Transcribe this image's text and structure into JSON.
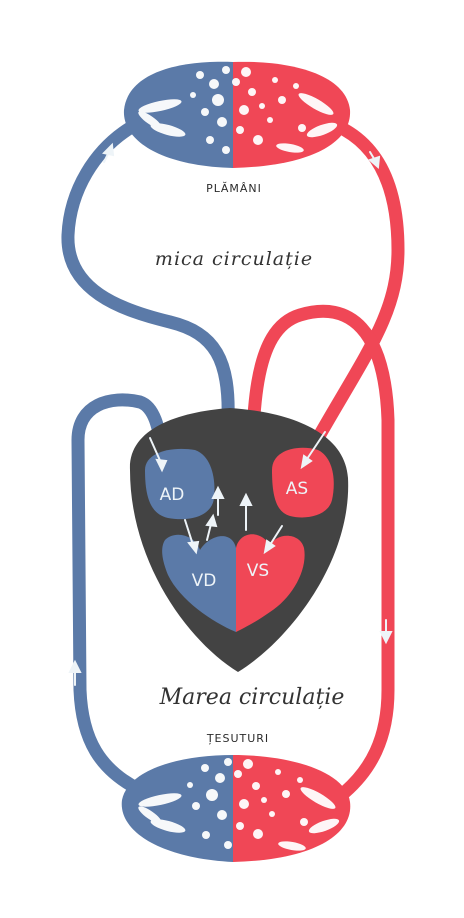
{
  "labels": {
    "lungs": "PLĂMÂNI",
    "pulmonary_circulation": "mica circulație",
    "systemic_circulation": "Marea circulație",
    "tissues": "ȚESUTURI",
    "right_atrium": "AD",
    "right_ventricle": "VD",
    "left_atrium": "AS",
    "left_ventricle": "VS"
  },
  "colors": {
    "venous": "#5b7aa8",
    "arterial": "#f04756",
    "heart": "#434343",
    "arrow": "#eef4f8"
  }
}
